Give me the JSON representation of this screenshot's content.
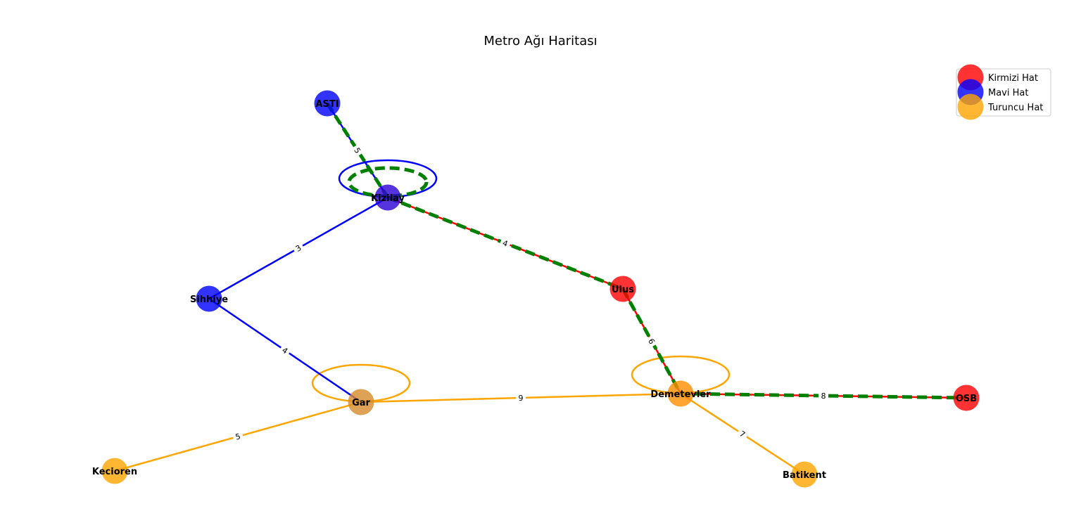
{
  "title": "Metro Ağı Haritası",
  "colors": {
    "Kirmizi Hat": "#ff0000",
    "Mavi Hat": "#0000ff",
    "Turuncu Hat": "#ffa500",
    "route": "#008000"
  },
  "legend": {
    "placement": "top-right",
    "items": [
      {
        "label": "Kirmizi Hat",
        "color": "#ff0000"
      },
      {
        "label": "Mavi Hat",
        "color": "#0000ff"
      },
      {
        "label": "Turuncu Hat",
        "color": "#ffa500"
      }
    ]
  },
  "stations": [
    {
      "id": "ASTI",
      "label": "ASTI",
      "lines": [
        "Mavi Hat"
      ]
    },
    {
      "id": "Kizilay",
      "label": "Kizilay",
      "lines": [
        "Kirmizi Hat",
        "Mavi Hat"
      ]
    },
    {
      "id": "Sihhiye",
      "label": "Sihhiye",
      "lines": [
        "Mavi Hat"
      ]
    },
    {
      "id": "Ulus",
      "label": "Ulus",
      "lines": [
        "Kirmizi Hat"
      ]
    },
    {
      "id": "Gar",
      "label": "Gar",
      "lines": [
        "Mavi Hat",
        "Turuncu Hat"
      ]
    },
    {
      "id": "Demetevler",
      "label": "Demetevler",
      "lines": [
        "Kirmizi Hat",
        "Turuncu Hat"
      ]
    },
    {
      "id": "OSB",
      "label": "OSB",
      "lines": [
        "Kirmizi Hat"
      ]
    },
    {
      "id": "Kecioren",
      "label": "Kecioren",
      "lines": [
        "Turuncu Hat"
      ]
    },
    {
      "id": "Batikent",
      "label": "Batikent",
      "lines": [
        "Turuncu Hat"
      ]
    }
  ],
  "connections": [
    {
      "from": "ASTI",
      "to": "Kizilay",
      "weight": "5",
      "line": "Mavi Hat"
    },
    {
      "from": "Kizilay",
      "to": "Sihhiye",
      "weight": "3",
      "line": "Mavi Hat"
    },
    {
      "from": "Sihhiye",
      "to": "Gar",
      "weight": "4",
      "line": "Mavi Hat"
    },
    {
      "from": "Kizilay",
      "to": "Ulus",
      "weight": "4",
      "line": "Kirmizi Hat"
    },
    {
      "from": "Ulus",
      "to": "Demetevler",
      "weight": "6",
      "line": "Kirmizi Hat"
    },
    {
      "from": "Demetevler",
      "to": "OSB",
      "weight": "8",
      "line": "Kirmizi Hat"
    },
    {
      "from": "Kecioren",
      "to": "Gar",
      "weight": "5",
      "line": "Turuncu Hat"
    },
    {
      "from": "Gar",
      "to": "Demetevler",
      "weight": "9",
      "line": "Turuncu Hat"
    },
    {
      "from": "Demetevler",
      "to": "Batikent",
      "weight": "7",
      "line": "Turuncu Hat"
    }
  ],
  "highlighted_route": [
    "ASTI",
    "Kizilay",
    "Ulus",
    "Demetevler",
    "OSB"
  ]
}
